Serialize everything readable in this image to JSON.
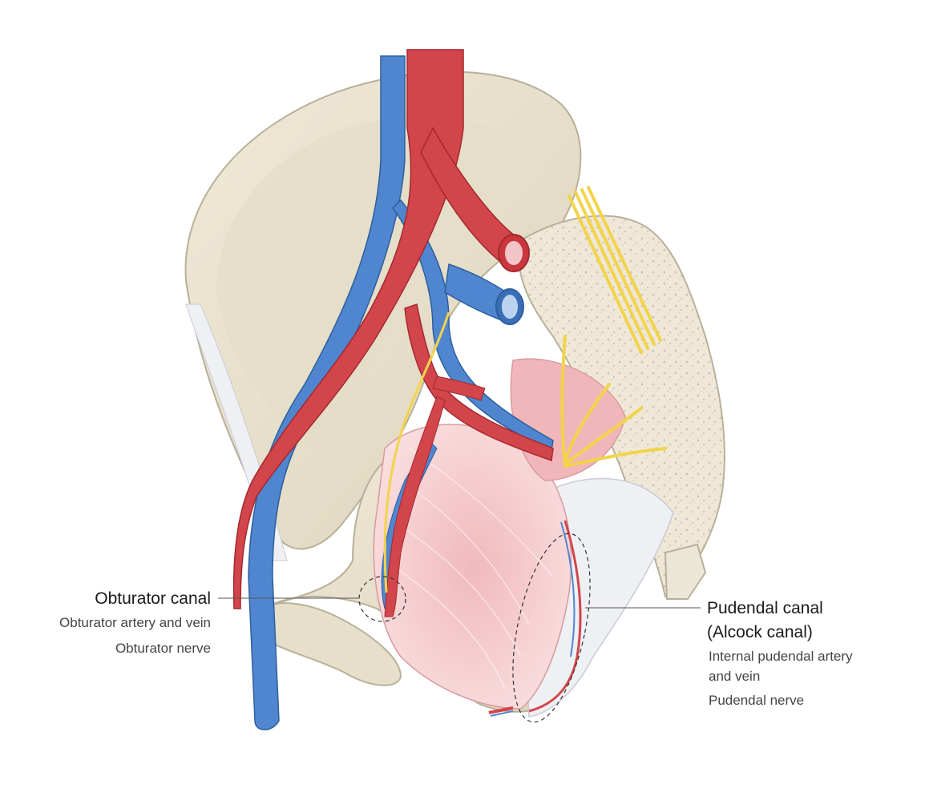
{
  "obturator": {
    "title": "Obturator canal",
    "items": [
      "Obturator artery and vein",
      "Obturator nerve"
    ]
  },
  "pudendal": {
    "title_line1": "Pudendal canal",
    "title_line2": "(Alcock canal)",
    "items": [
      "Internal pudendal artery",
      "and vein",
      "Pudendal nerve"
    ]
  },
  "colors": {
    "bone": "#e9e3d2",
    "bone_shade": "#d9d1b9",
    "artery": "#d2454b",
    "vein": "#4f86cf",
    "nerve": "#f2d44a",
    "muscle": "#f4c6c8",
    "ligament": "#eef0f4",
    "leader_line": "#555555"
  }
}
